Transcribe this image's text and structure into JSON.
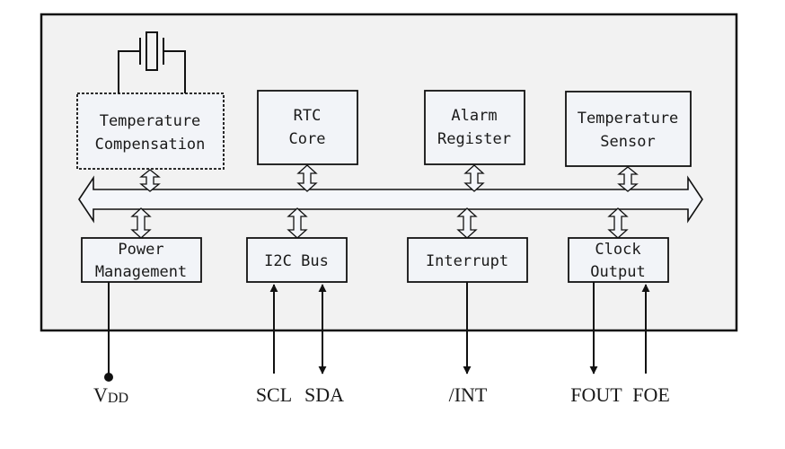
{
  "blocks": {
    "temp_comp": {
      "line1": "Temperature",
      "line2": "Compensation"
    },
    "rtc_core": {
      "line1": "RTC",
      "line2": "Core"
    },
    "alarm": {
      "line1": "Alarm",
      "line2": "Register"
    },
    "temp_sensor": {
      "line1": "Temperature",
      "line2": "Sensor"
    },
    "power": {
      "line1": "Power",
      "line2": "Management"
    },
    "i2c": {
      "line1": "I2C Bus"
    },
    "interrupt": {
      "line1": "Interrupt"
    },
    "clock": {
      "line1": "Clock",
      "line2": "Output"
    }
  },
  "pins": {
    "vdd_main": "V",
    "vdd_sub": "DD",
    "scl": "SCL",
    "sda": "SDA",
    "int": "/INT",
    "fout": "FOUT",
    "foe": "FOE"
  },
  "colors": {
    "chip_fill": "#f2f2f2",
    "block_fill": "#f2f4f8",
    "stroke": "#111111"
  }
}
